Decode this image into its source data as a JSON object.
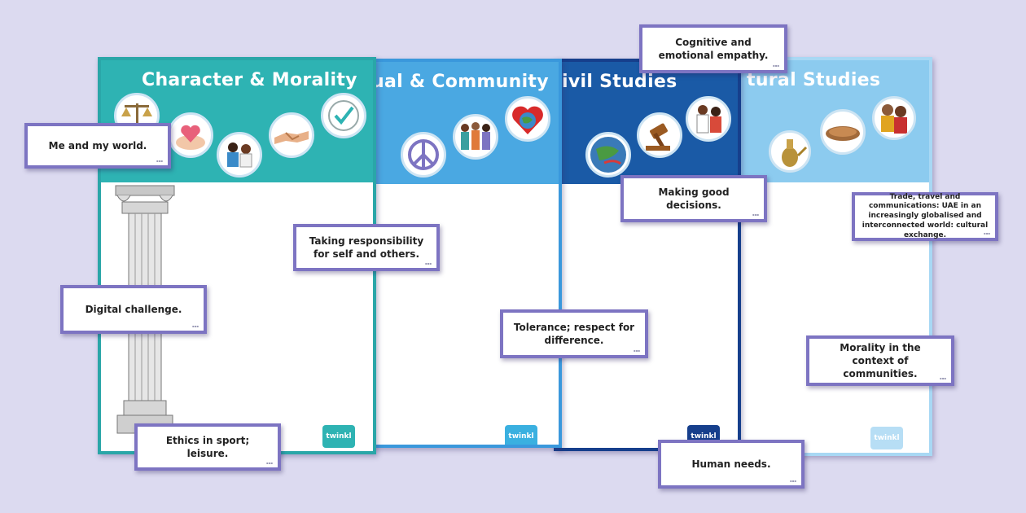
{
  "posters": [
    {
      "title": "Character & Morality",
      "color": "#2eb3b3",
      "border": "#2aa6a8"
    },
    {
      "title": "ual & Community",
      "color": "#4aa8e2",
      "border": "#3a98dc"
    },
    {
      "title": "ivil Studies",
      "color": "#1a5aa6",
      "border": "#163f8c"
    },
    {
      "title": "tural Studies",
      "color": "#8ccbef",
      "border": "#a8d8f4"
    }
  ],
  "logo_text": "twinkl",
  "cards": [
    {
      "text": "Cognitive and emotional empathy."
    },
    {
      "text": "Me and my world."
    },
    {
      "text": "Making good decisions."
    },
    {
      "text": "Trade, travel and communications: UAE in an increasingly globalised and interconnected world: cultural exchange."
    },
    {
      "text": "Taking responsibility for self and others."
    },
    {
      "text": "Digital challenge."
    },
    {
      "text": "Tolerance; respect for difference."
    },
    {
      "text": "Morality in the context of communities."
    },
    {
      "text": "Ethics in sport; leisure."
    },
    {
      "text": "Human needs."
    }
  ],
  "icons": [
    "scales-icon",
    "heart-hands-icon",
    "students-icon",
    "handshake-icon",
    "checkmark-icon",
    "peace-icon",
    "community-icon",
    "globe-heart-icon",
    "gavel-icon",
    "globe-icon",
    "people-icon",
    "dallah-icon",
    "tray-icon",
    "musicians-icon",
    "column-icon"
  ]
}
